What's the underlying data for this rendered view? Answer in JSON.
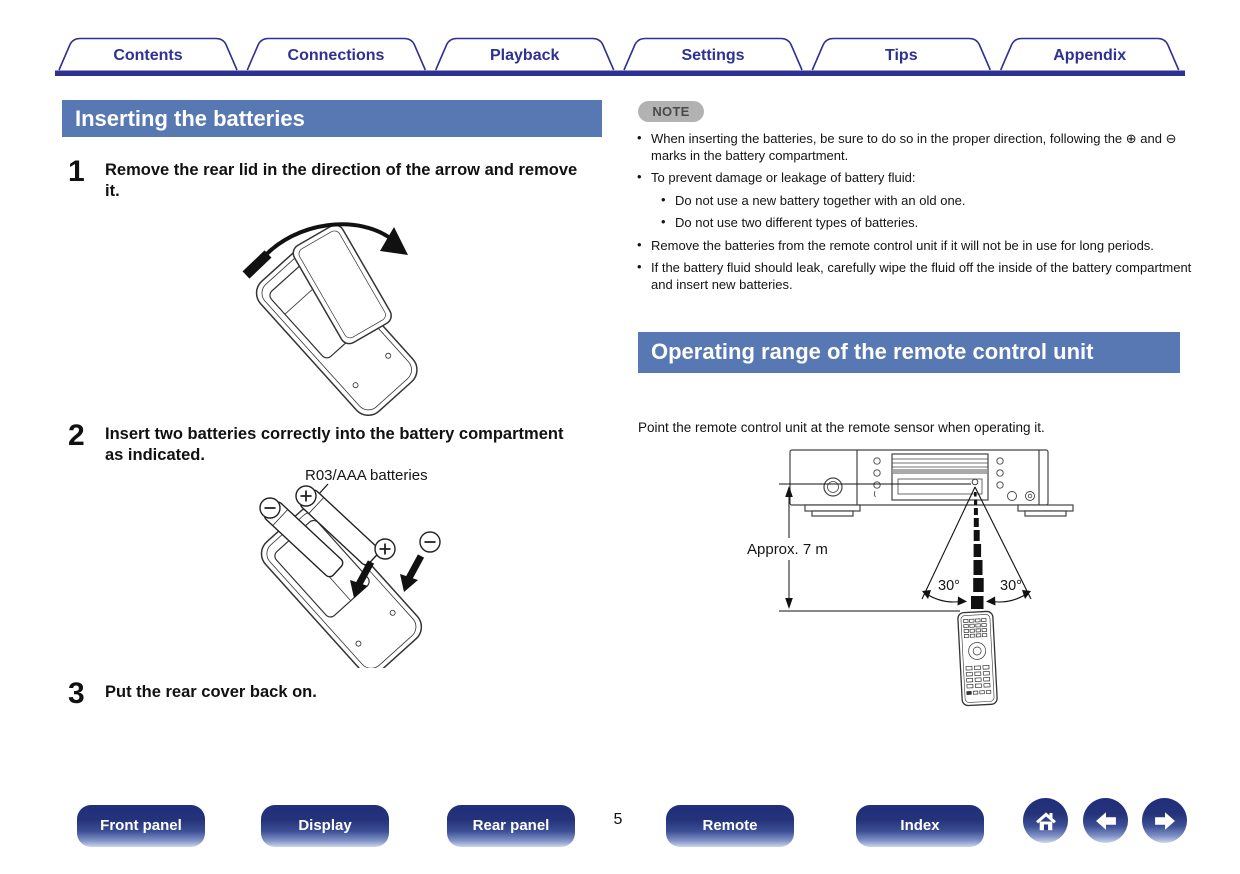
{
  "tabs": [
    {
      "label": "Contents"
    },
    {
      "label": "Connections"
    },
    {
      "label": "Playback"
    },
    {
      "label": "Settings"
    },
    {
      "label": "Tips"
    },
    {
      "label": "Appendix"
    }
  ],
  "battery_section": {
    "title": "Inserting the batteries",
    "steps": [
      {
        "num": "1",
        "text": "Remove the rear lid in the direction of the arrow and remove it."
      },
      {
        "num": "2",
        "text": "Insert two batteries correctly into the battery compartment as indicated."
      },
      {
        "num": "3",
        "text": "Put the rear cover back on."
      }
    ],
    "battery_label": "R03/AAA batteries"
  },
  "note_section": {
    "badge": "NOTE",
    "items": [
      {
        "text": "When inserting the batteries, be sure to do so in the proper direction, following the ⊕ and ⊖ marks in the battery compartment."
      },
      {
        "text": "To prevent damage or leakage of battery fluid:"
      },
      {
        "text": "Remove the batteries from the remote control unit if it will not be in use for long periods."
      },
      {
        "text": "If the battery fluid should leak, carefully wipe the fluid off the inside of the battery compartment and insert new batteries."
      }
    ],
    "sub_items": [
      {
        "text": "Do not use a new battery together with an old one."
      },
      {
        "text": "Do not use two different types of batteries."
      }
    ]
  },
  "range_section": {
    "title": "Operating range of the remote control unit",
    "intro": "Point the remote control unit at the remote sensor when operating it.",
    "distance_label": "Approx. 7 m",
    "angle_left": "30°",
    "angle_right": "30°"
  },
  "footer": {
    "page_number": "5",
    "buttons": [
      {
        "label": "Front panel"
      },
      {
        "label": "Display"
      },
      {
        "label": "Rear panel"
      },
      {
        "label": "Remote"
      },
      {
        "label": "Index"
      }
    ],
    "icons": [
      "home-icon",
      "back-arrow-icon",
      "forward-arrow-icon"
    ]
  },
  "colors": {
    "header_blue": "#5878B3",
    "navy": "#2E3192",
    "note_gray": "#B2B2B2",
    "button_gradient_top": "#202E7C",
    "button_gradient_bottom": "#CDD6EC"
  }
}
